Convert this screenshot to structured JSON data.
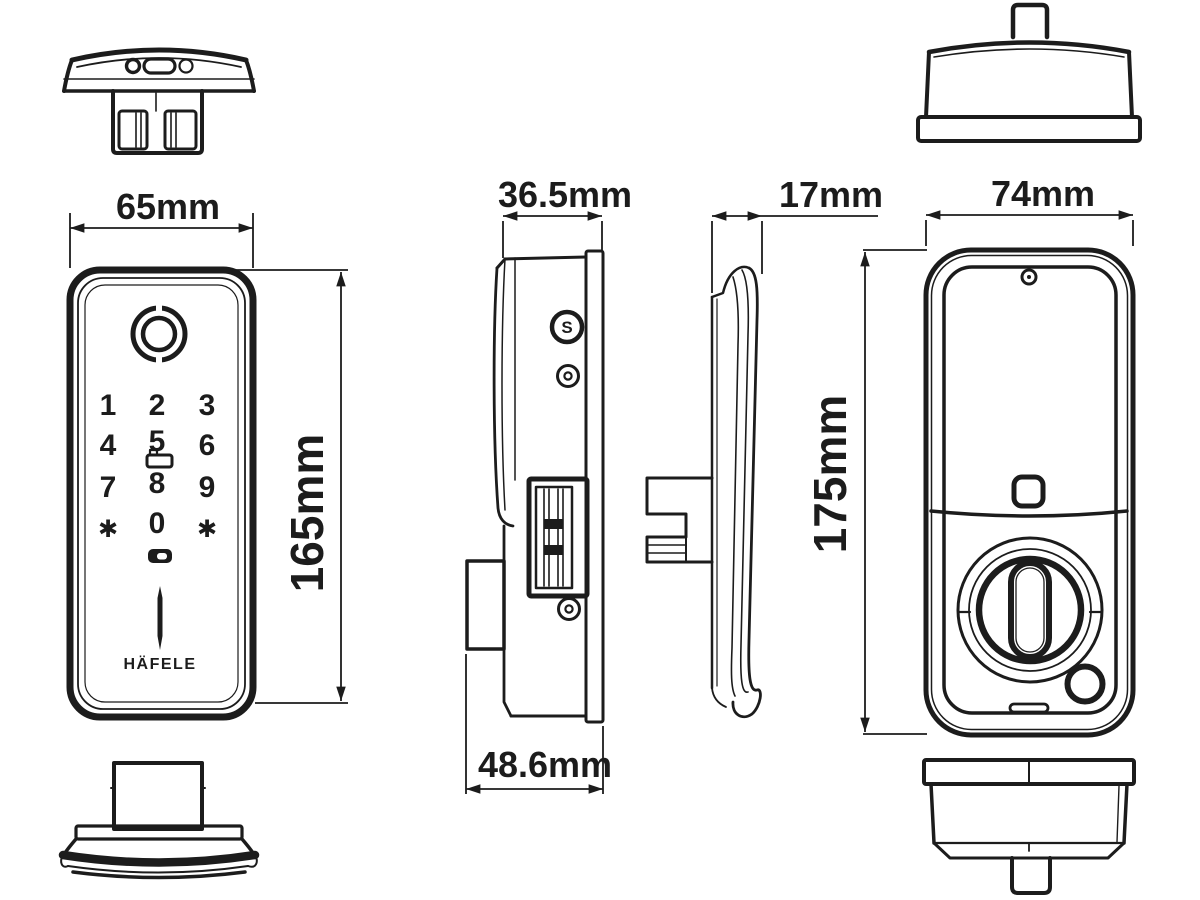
{
  "drawing": {
    "background_color": "#ffffff",
    "line_color": "#1c1c1c",
    "views": {
      "front": {
        "width_label": "65mm",
        "height_label": "165mm",
        "keypad_keys": [
          "1",
          "2",
          "3",
          "4",
          "5",
          "6",
          "7",
          "8",
          "9",
          "✱",
          "0",
          "✱"
        ],
        "brand_logo": "HÄFELE"
      },
      "side": {
        "depth_label": "36.5mm",
        "total_depth_label": "48.6mm",
        "screw_marking": "S"
      },
      "rear_edge": {
        "thickness_label": "17mm"
      },
      "rear": {
        "width_label": "74mm",
        "height_label": "175mm"
      }
    }
  }
}
